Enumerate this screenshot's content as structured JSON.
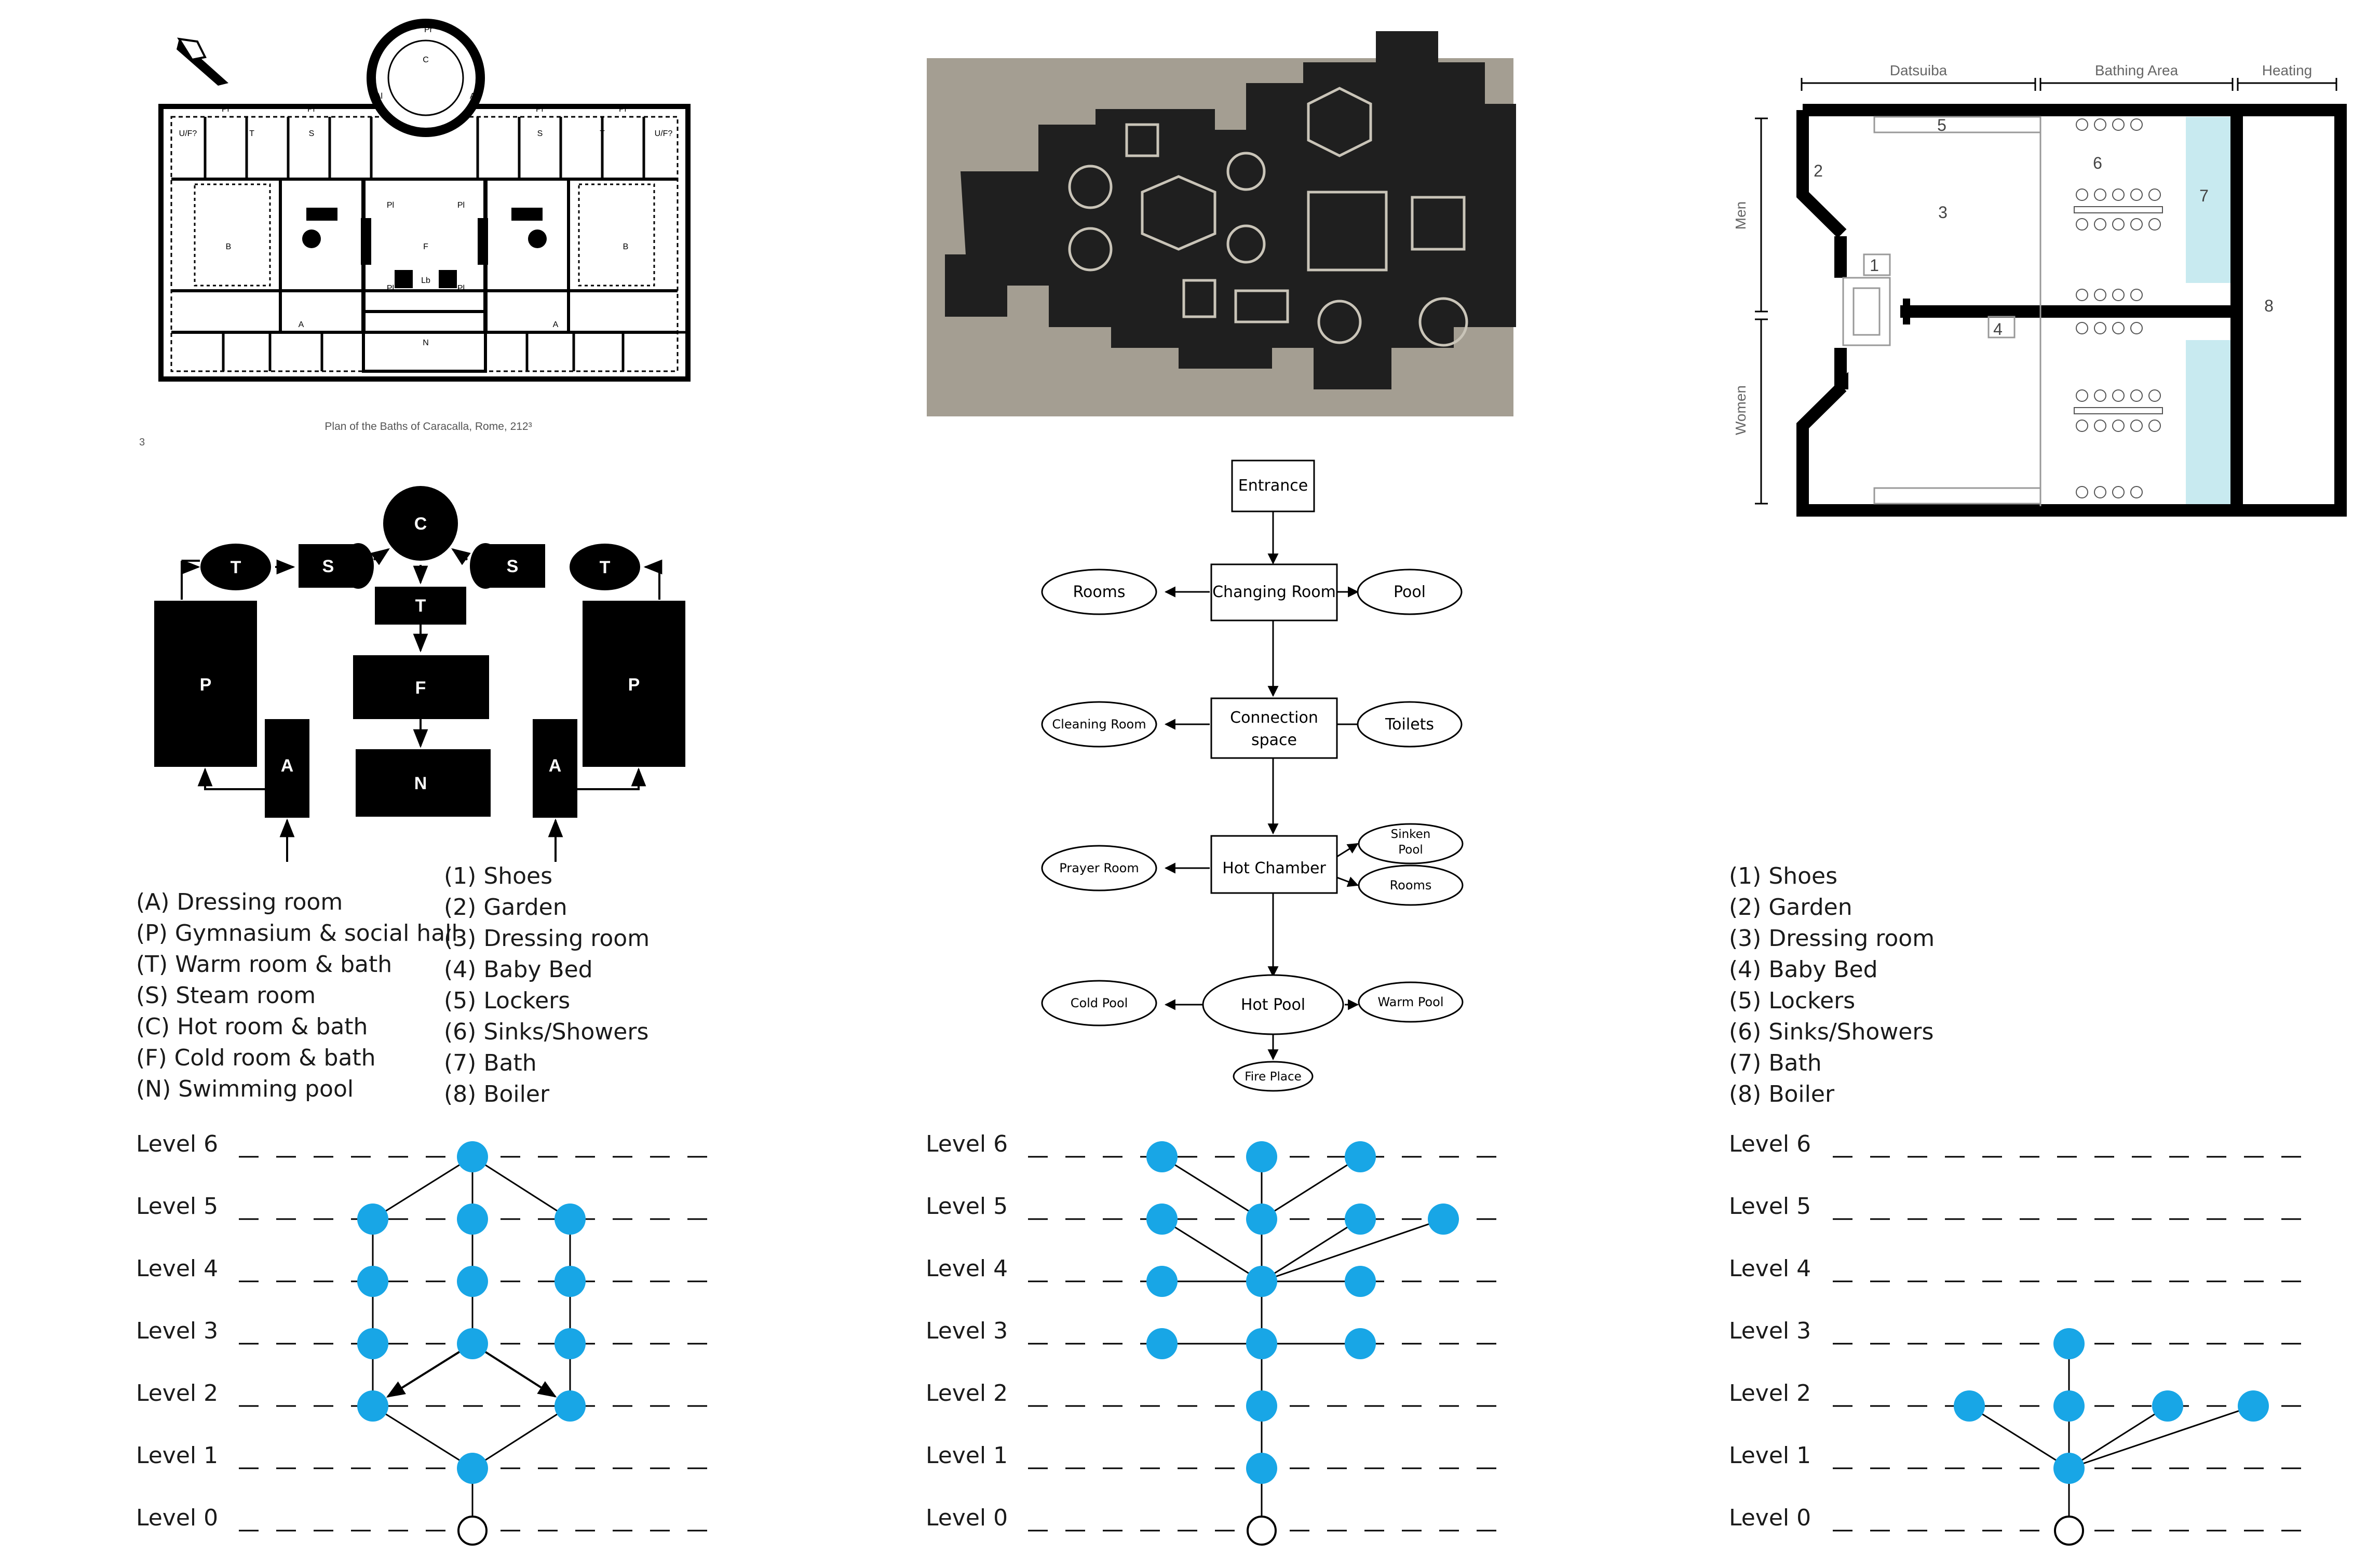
{
  "caracalla": {
    "caption": "Plan of the Baths of Caracalla, Rome, 212³",
    "page_number": "3",
    "room_labels": {
      "pr": "Pr",
      "uf": "U/F?",
      "t": "T",
      "s": "S",
      "c": "C",
      "al": "Al",
      "pl": "Pl",
      "f": "F",
      "lb": "Lb",
      "b": "B",
      "a": "A",
      "n": "N"
    }
  },
  "caracalla_diagram": {
    "c": "C",
    "t": "T",
    "s": "S",
    "p": "P",
    "a": "A",
    "f": "F",
    "n": "N"
  },
  "turkish_flow": {
    "entrance": "Entrance",
    "changing_room": "Changing Room",
    "rooms": "Rooms",
    "pool": "Pool",
    "connection_space_1": "Connection",
    "connection_space_2": "space",
    "cleaning_room": "Cleaning Room",
    "toilets": "Toilets",
    "hot_chamber": "Hot Chamber",
    "prayer_room": "Prayer Room",
    "sinken_pool_1": "Sinken",
    "sinken_pool_2": "Pool",
    "rooms_2": "Rooms",
    "hot_pool": "Hot Pool",
    "cold_pool": "Cold Pool",
    "warm_pool": "Warm Pool",
    "fire_place": "Fire Place"
  },
  "sento_plan": {
    "header_datsuiba": "Datsuiba",
    "header_bathing_area": "Bathing Area",
    "header_heating": "Heating",
    "side_men": "Men",
    "side_women": "Women",
    "n1": "1",
    "n2": "2",
    "n3": "3",
    "n4": "4",
    "n5": "5",
    "n6": "6",
    "n7": "7",
    "n8": "8"
  },
  "legend_caracalla": [
    "(A) Dressing room",
    "(P) Gymnasium & social hall",
    "(T) Warm room & bath",
    "(S) Steam room",
    "(C) Hot room & bath",
    "(F) Cold room & bath",
    "(N) Swimming pool"
  ],
  "legend_middle": [
    "(1) Shoes",
    "(2) Garden",
    "(3) Dressing room",
    "(4) Baby Bed",
    "(5) Lockers",
    "(6) Sinks/Showers",
    "(7) Bath",
    "(8) Boiler"
  ],
  "legend_right": [
    "(1) Shoes",
    "(2) Garden",
    "(3) Dressing room",
    "(4) Baby Bed",
    "(5) Lockers",
    "(6) Sinks/Showers",
    "(7) Bath",
    "(8) Boiler"
  ],
  "level_labels": [
    "Level 6",
    "Level 5",
    "Level 4",
    "Level 3",
    "Level 2",
    "Level 1",
    "Level 0"
  ],
  "colors": {
    "node": "#18a6e6",
    "pool_water": "#c8eaf0",
    "photo_bg": "#a49e92",
    "ink": "#000000"
  }
}
